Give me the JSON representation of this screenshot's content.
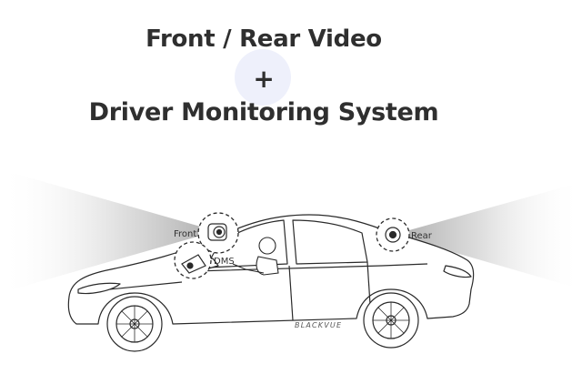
{
  "heading": {
    "line1": "Front / Rear Video",
    "plus": "+",
    "line3": "Driver Monitoring System"
  },
  "labels": {
    "front": "Front",
    "dms": "DMS",
    "rear": "Rear",
    "brand": "BLACKVUE"
  },
  "colors": {
    "heading": "#2f2f2f",
    "plus_circle": "#eef0fb",
    "outline": "#2a2a2a",
    "beam": "#bdbdbd"
  }
}
